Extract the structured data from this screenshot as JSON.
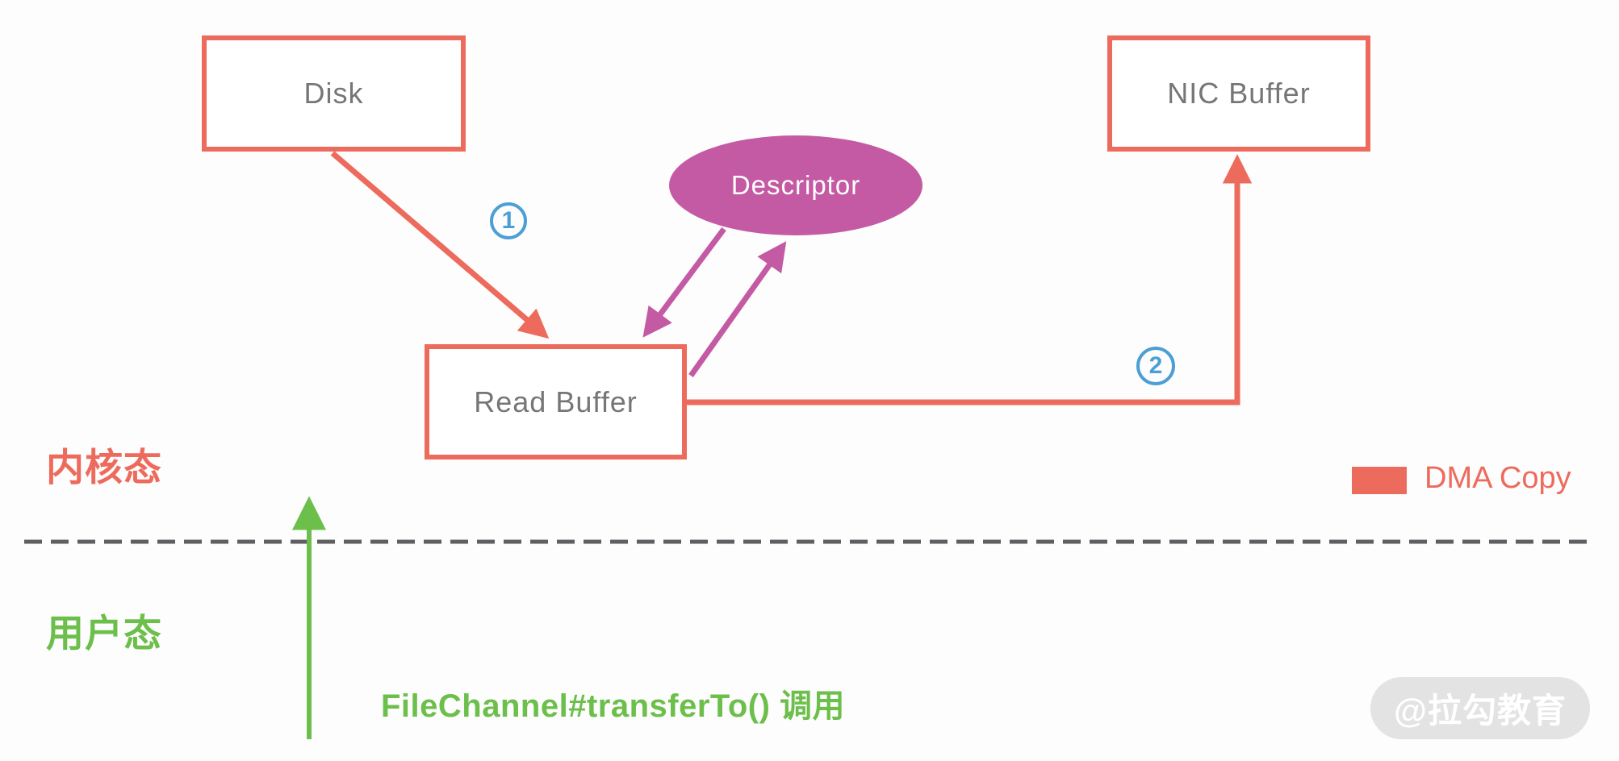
{
  "nodes": {
    "disk": "Disk",
    "nic_buffer": "NIC Buffer",
    "read_buffer": "Read Buffer",
    "descriptor": "Descriptor"
  },
  "zones": {
    "kernel": "内核态",
    "user": "用户态"
  },
  "steps": {
    "step1": "1",
    "step2": "2"
  },
  "call_label": "FileChannel#transferTo() 调用",
  "legend": {
    "dma_label": "DMA Copy"
  },
  "watermark": "@拉勾教育",
  "colors": {
    "dma_red": "#ED6B5C",
    "descriptor_purple": "#C45AA3",
    "user_green": "#6CBF4A",
    "step_blue": "#4C9FD6",
    "node_text_gray": "#767676",
    "divider_gray": "#5F5F63",
    "watermark_bg": "#E3E3E3",
    "watermark_text": "#FFFFFF"
  }
}
